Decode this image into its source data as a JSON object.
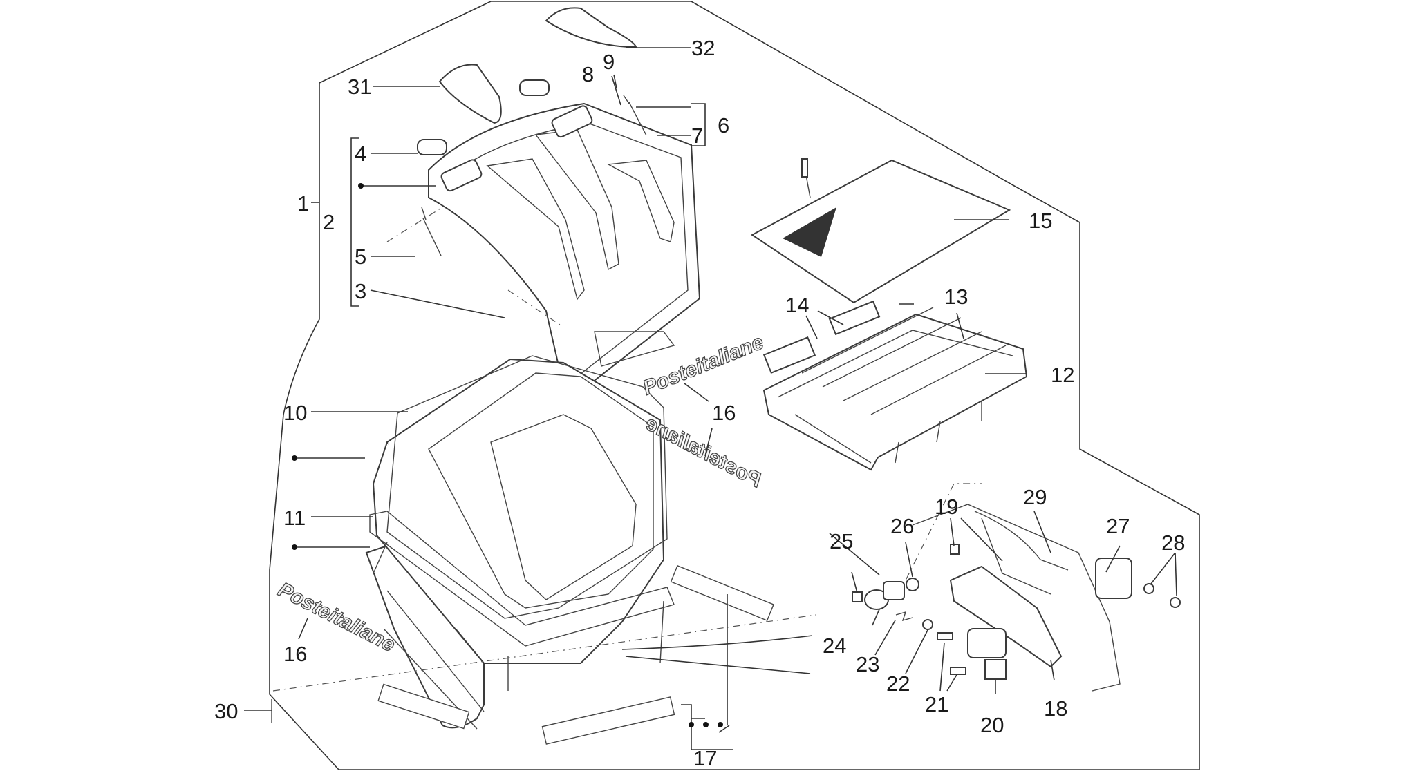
{
  "diagram": {
    "part_numbers": [
      "1",
      "2",
      "3",
      "4",
      "5",
      "6",
      "7",
      "8",
      "9",
      "10",
      "11",
      "12",
      "13",
      "14",
      "15",
      "16",
      "17",
      "18",
      "19",
      "20",
      "21",
      "22",
      "23",
      "24",
      "25",
      "26",
      "27",
      "28",
      "29",
      "30",
      "31",
      "32"
    ],
    "extra_labels": {
      "label_16_b": "16"
    },
    "decals": {
      "brand_text": "Posteitaliane"
    }
  }
}
